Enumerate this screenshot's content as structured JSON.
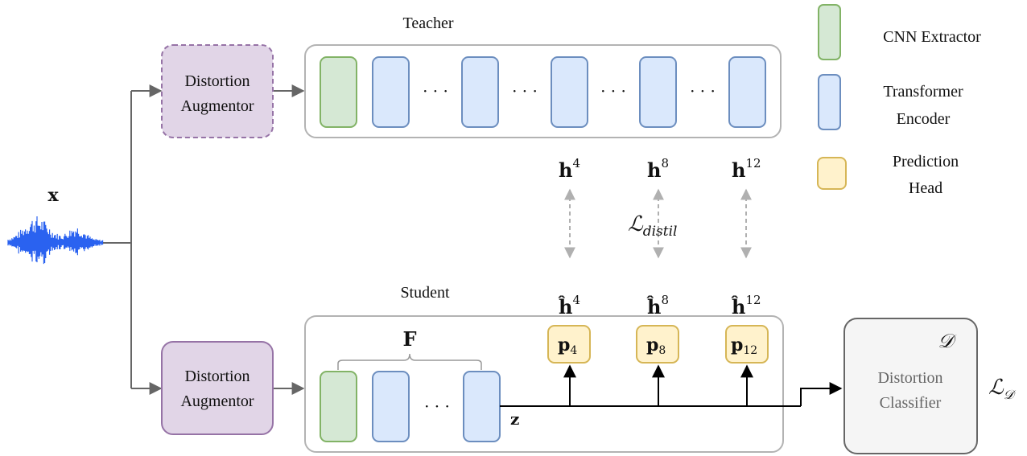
{
  "teacher": {
    "title": "Teacher"
  },
  "student": {
    "title": "Student",
    "feature_label": "F",
    "z_label": "z"
  },
  "augmentor_top": {
    "line1": "Distortion",
    "line2": "Augmentor"
  },
  "augmentor_bottom": {
    "line1": "Distortion",
    "line2": "Augmentor"
  },
  "input": {
    "label": "x"
  },
  "ellipsis": "· · ·",
  "teacher_hidden": [
    {
      "base": "h",
      "sup": "4"
    },
    {
      "base": "h",
      "sup": "8"
    },
    {
      "base": "h",
      "sup": "12"
    }
  ],
  "student_hidden": [
    {
      "base": "ĥ",
      "sup": "4"
    },
    {
      "base": "ĥ",
      "sup": "8"
    },
    {
      "base": "ĥ",
      "sup": "12"
    }
  ],
  "prediction_heads": [
    {
      "base": "p",
      "sub": "4"
    },
    {
      "base": "p",
      "sub": "8"
    },
    {
      "base": "p",
      "sub": "12"
    }
  ],
  "distil_loss": {
    "base": "ℒ",
    "sub": "distil"
  },
  "classifier": {
    "symbol": "𝒟",
    "line1": "Distortion",
    "line2": "Classifier"
  },
  "classifier_loss": {
    "base": "ℒ",
    "sub": "𝒟"
  },
  "legend": {
    "cnn": "CNN Extractor",
    "transformer_line1": "Transformer",
    "transformer_line2": "Encoder",
    "head_line1": "Prediction",
    "head_line2": "Head"
  },
  "colors": {
    "cnn_fill": "#d5e8d4",
    "cnn_stroke": "#82b366",
    "tf_fill": "#dae8fc",
    "tf_stroke": "#6c8ebf",
    "head_fill": "#fff2cc",
    "head_stroke": "#d6b656",
    "aug_fill": "#e1d5e7",
    "aug_stroke": "#9673a6",
    "cls_fill": "#f5f5f5",
    "cls_stroke": "#666666",
    "wave": "#2a62f0"
  }
}
